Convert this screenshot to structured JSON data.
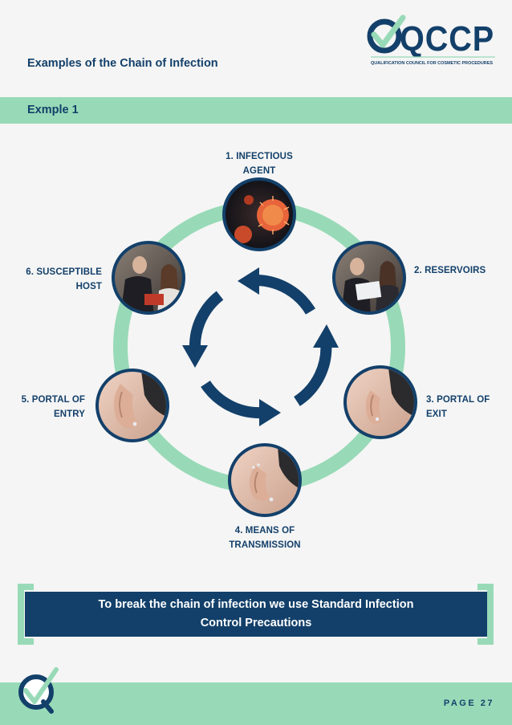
{
  "logo": {
    "wordmark": "QCCP",
    "tagline": "QUALIFICATION COUNCIL FOR COSMETIC PROCEDURES",
    "icon": "checkmark-q-logo"
  },
  "page_title": "Examples of the Chain of Infection",
  "section_label": "Exmple 1",
  "cycle": {
    "stages": [
      {
        "id": "agent",
        "line1": "1. INFECTIOUS",
        "line2": "AGENT",
        "photo": "virus-photo"
      },
      {
        "id": "reservoirs",
        "line1": "2. RESERVOIRS",
        "line2": "",
        "photo": "people-photo"
      },
      {
        "id": "exit",
        "line1": "3. PORTAL OF",
        "line2": "EXIT",
        "photo": "ear-photo"
      },
      {
        "id": "transmission",
        "line1": "4. MEANS OF",
        "line2": "TRANSMISSION",
        "photo": "ear-photo"
      },
      {
        "id": "entry",
        "line1": "5. PORTAL OF",
        "line2": "ENTRY",
        "photo": "ear-photo"
      },
      {
        "id": "host",
        "line1": "6. SUSCEPTIBLE",
        "line2": "HOST",
        "photo": "people-photo"
      }
    ]
  },
  "banner": {
    "line1": "To break the chain of infection we use Standard Infection",
    "line2": "Control Precautions"
  },
  "page_number": "PAGE 27",
  "colors": {
    "navy": "#13406a",
    "mint": "#98dab7",
    "background": "#f5f5f5"
  }
}
